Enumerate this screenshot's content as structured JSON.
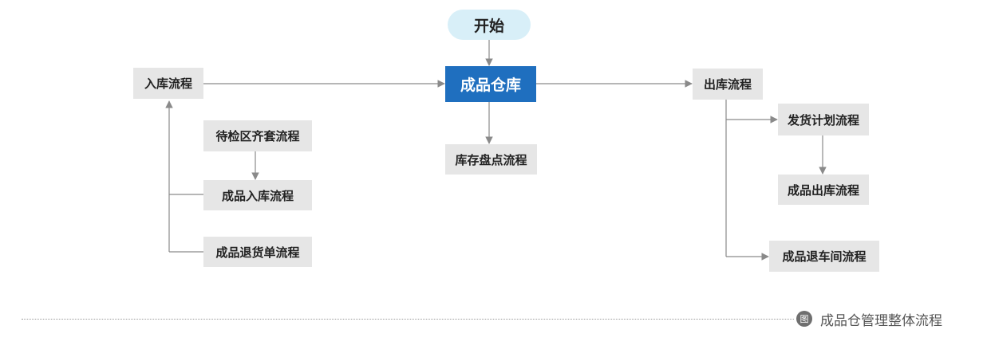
{
  "nodes": {
    "start": "开始",
    "main": "成品仓库",
    "inbound": "入库流程",
    "outbound": "出库流程",
    "inventory_check": "库存盘点流程",
    "pending_kit": "待检区齐套流程",
    "product_inbound": "成品入库流程",
    "product_return_order": "成品退货单流程",
    "shipping_plan": "发货计划流程",
    "product_outbound": "成品出库流程",
    "product_return_workshop": "成品退车间流程"
  },
  "caption": {
    "icon": "图",
    "text": "成品仓管理整体流程"
  },
  "colors": {
    "main_node": "#1f6fbf",
    "start_node": "#d8eff8",
    "process_node": "#e6e6e6",
    "connector": "#8a8a8a"
  }
}
